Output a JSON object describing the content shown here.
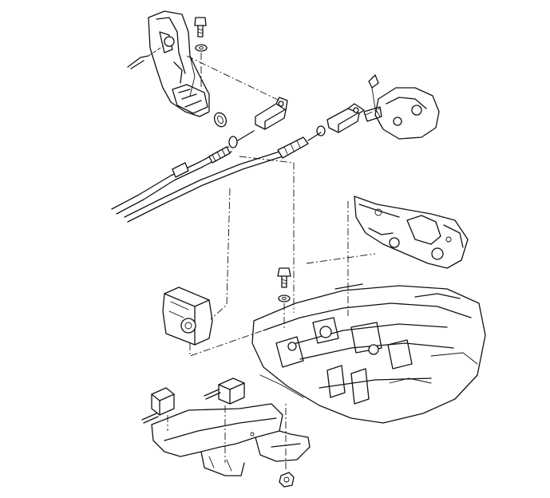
{
  "diagram": {
    "style": "line-art exploded view",
    "colors": {
      "ink": "#111111",
      "background": "#ffffff"
    },
    "parts": [
      "bolt-top",
      "washer-top",
      "shift-lever-housing",
      "clevis-left",
      "clevis-right",
      "cable-left",
      "cable-right",
      "grommet",
      "lever-assembly",
      "transmission-housing",
      "cable-mount-block",
      "bolt-middle",
      "washer-middle",
      "engine-body",
      "bracket-assembly",
      "cable-clip-left",
      "cable-clip-right",
      "nut-bottom"
    ]
  }
}
